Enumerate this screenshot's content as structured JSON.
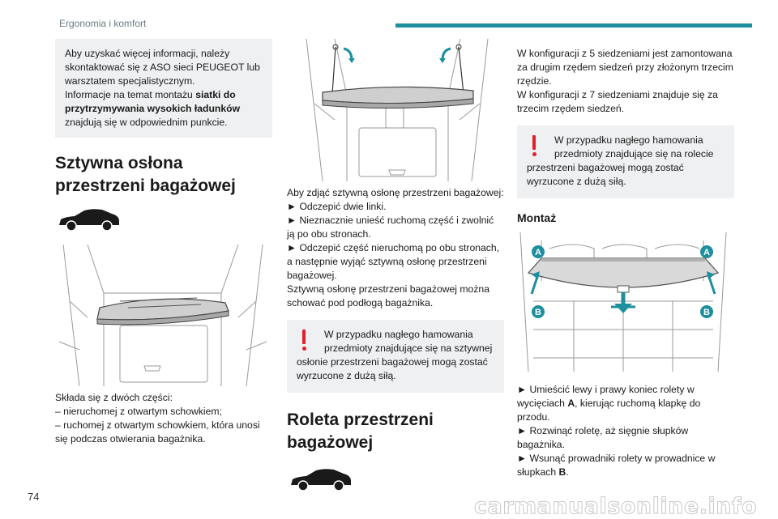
{
  "header": {
    "title": "Ergonomia i komfort",
    "accent_color": "#1e8f9e"
  },
  "page_number": "74",
  "watermark": "carmanualsonline.info",
  "col1": {
    "info_line1": "Aby uzyskać więcej informacji, należy skontaktować się z ASO sieci PEUGEOT lub warsztatem specjalistycznym.",
    "info_line2_pre": "Informacje na temat montażu ",
    "info_line2_bold": "siatki do przytrzymywania wysokich ładunków",
    "info_line2_post": " znajdują się w odpowiednim punkcie.",
    "section_title": "Sztywna osłona przestrzeni bagażowej",
    "car_icon": "car-side-icon",
    "desc_1": "Składa się z dwóch części:",
    "desc_2": "– nieruchomej z otwartym schowkiem;",
    "desc_3": "– ruchomej z otwartym schowkiem, która unosi się podczas otwierania bagażnika."
  },
  "col2": {
    "remove_intro": "Aby zdjąć sztywną osłonę przestrzeni bagażowej:",
    "step1": "► Odczepić dwie linki.",
    "step2": "► Nieznacznie unieść ruchomą część i zwolnić ją po obu stronach.",
    "step3": "► Odczepić część nieruchomą po obu stronach, a następnie wyjąć sztywną osłonę przestrzeni bagażowej.",
    "storage_note": "Sztywną osłonę przestrzeni bagażowej można schować pod podłogą bagażnika.",
    "warning_first": "W przypadku nagłego hamowania przedmioty znajdujące się na sztywnej",
    "warning_rest": "osłonie przestrzeni bagażowej mogą zostać wyrzucone z dużą siłą.",
    "section_title": "Roleta przestrzeni bagażowej",
    "car_icon": "car-side-icon"
  },
  "col3": {
    "config5": "W konfiguracji z 5 siedzeniami jest zamontowana za drugim rzędem siedzeń przy złożonym trzecim rzędzie.",
    "config7": "W konfiguracji z 7 siedzeniami znajduje się za trzecim rzędem siedzeń.",
    "warning_first": "W przypadku nagłego hamowania przedmioty znajdujące się na rolecie",
    "warning_rest": "przestrzeni bagażowej mogą zostać wyrzucone z dużą siłą.",
    "montaz_title": "Montaż",
    "label_a": "A",
    "label_b": "B",
    "step1_pre": "► Umieścić lewy i prawy koniec rolety w wycięciach ",
    "step1_bold": "A",
    "step1_post": ", kierując ruchomą klapkę do przodu.",
    "step2": "► Rozwinąć roletę, aż sięgnie słupków bagażnika.",
    "step3_pre": "► Wsunąć prowadniki rolety w prowadnice w słupkach ",
    "step3_bold": "B",
    "step3_post": ".",
    "marker_color": "#1e8f9e",
    "warning_color": "#e0202a"
  }
}
